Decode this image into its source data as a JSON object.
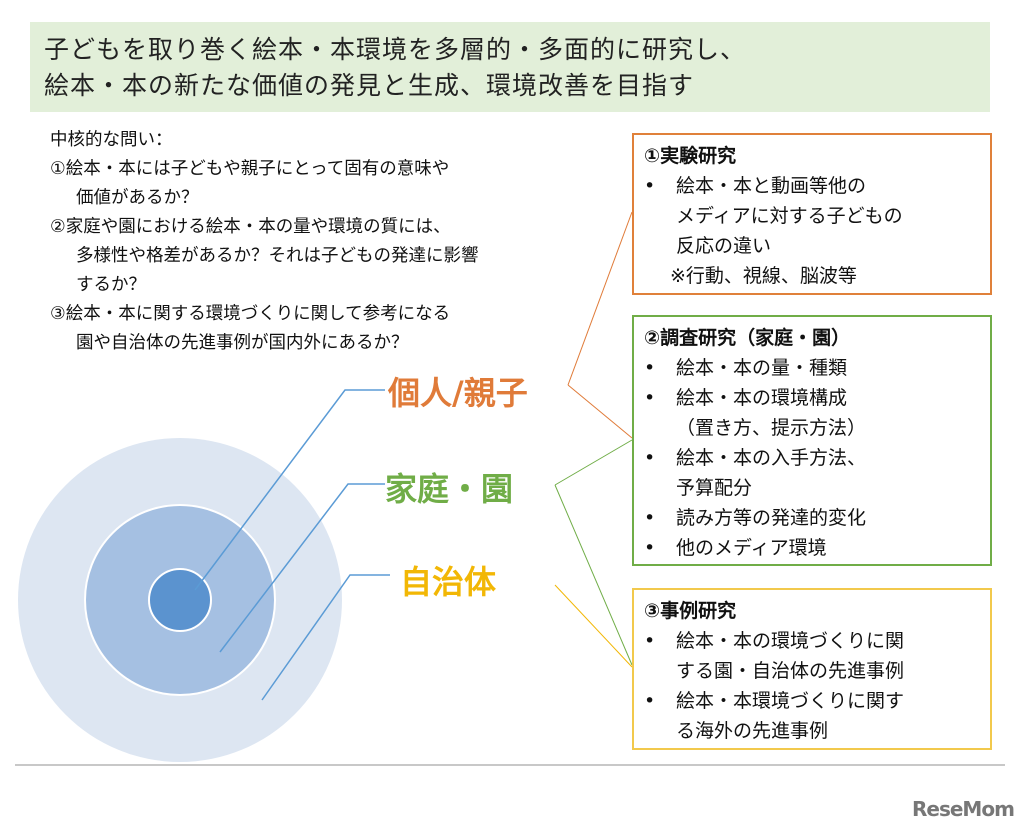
{
  "title": {
    "line1": "子どもを取り巻く絵本・本環境を多層的・多面的に研究し、",
    "line2": "絵本・本の新たな価値の発見と生成、環境改善を目指す"
  },
  "questions": {
    "heading": "中核的な問い：",
    "lines": [
      "①絵本・本には子どもや親子にとって固有の意味や",
      "価値があるか？",
      "②家庭や園における絵本・本の量や環境の質には、",
      "多様性や格差があるか？それは子どもの発達に影響",
      "するか？",
      "③絵本・本に関する環境づくりに関して参考になる",
      "園や自治体の先進事例が国内外にあるか？"
    ]
  },
  "levels": {
    "individual": "個人/親子",
    "home": "家庭・園",
    "municipality": "自治体"
  },
  "boxes": {
    "experiment": {
      "title": "①実験研究",
      "items": [
        "絵本・本と動画等他の",
        "メディアに対する子どもの",
        "反応の違い"
      ],
      "note": "※行動、視線、脳波等"
    },
    "survey": {
      "title": "②調査研究（家庭・園）",
      "items": [
        "絵本・本の量・種類",
        "絵本・本の環境構成",
        "（置き方、提示方法）",
        "絵本・本の入手方法、",
        "予算配分",
        "読み方等の発達的変化",
        "他のメディア環境"
      ]
    },
    "case": {
      "title": "③事例研究",
      "items": [
        "絵本・本の環境づくりに関",
        "する園・自治体の先進事例",
        "絵本・本環境づくりに関す",
        "る海外の先進事例"
      ]
    }
  },
  "bullet": "•",
  "logo": "ReseMom",
  "colors": {
    "orange": "#e07b39",
    "green": "#70ad47",
    "yellow": "#f2b705",
    "blue": "#5b9bd5"
  }
}
